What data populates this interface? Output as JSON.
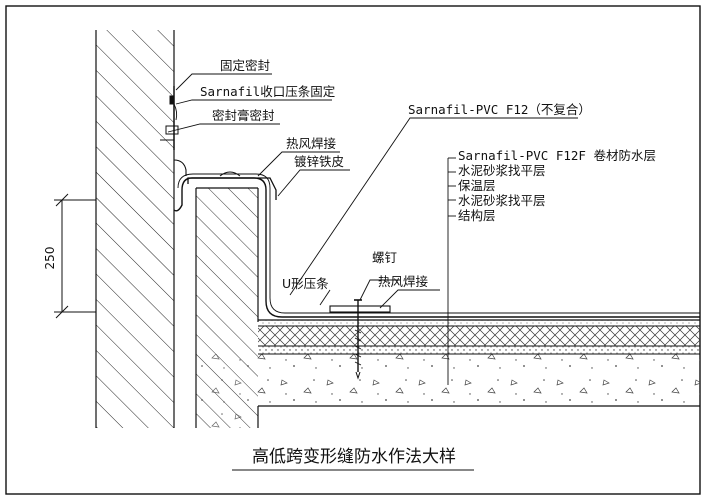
{
  "labels": {
    "fixed_seal": "固定密封",
    "sarnafil_strip": "Sarnafil收口压条固定",
    "sealant": "密封膏密封",
    "hot_air_weld_top": "热风焊接",
    "galv_sheet": "镀锌铁皮",
    "pvc_f12": "Sarnafil-PVC F12（不复合）",
    "screw": "螺钉",
    "u_strip": "U形压条",
    "hot_air_weld_bottom": "热风焊接"
  },
  "layers": [
    "Sarnafil-PVC F12F 卷材防水层",
    "水泥砂浆找平层",
    "保温层",
    "水泥砂浆找平层",
    "结构层"
  ],
  "dimension": "250",
  "title": "高低跨变形缝防水作法大样"
}
